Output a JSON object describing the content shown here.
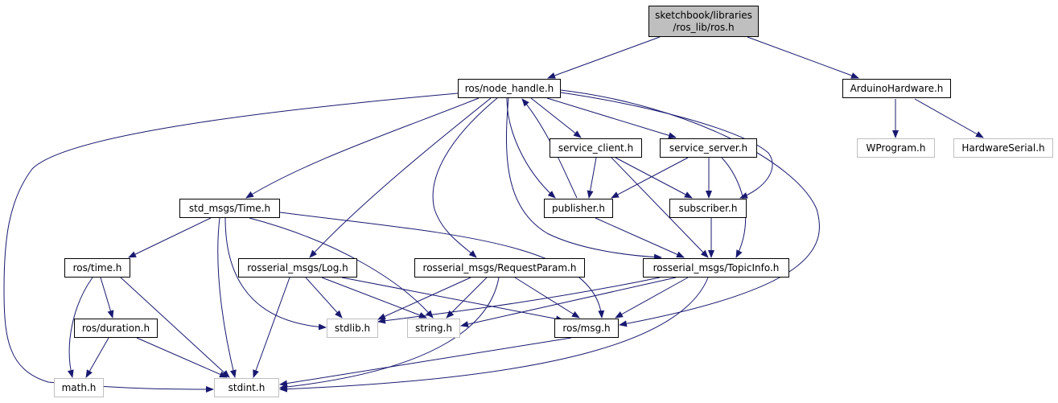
{
  "graph": {
    "root": {
      "line1": "sketchbook/libraries",
      "line2": "/ros_lib/ros.h"
    },
    "nodes": {
      "node_handle": "ros/node_handle.h",
      "arduino_hw": "ArduinoHardware.h",
      "service_client": "service_client.h",
      "service_server": "service_server.h",
      "wprogram": "WProgram.h",
      "hardware_serial": "HardwareSerial.h",
      "std_time": "std_msgs/Time.h",
      "publisher": "publisher.h",
      "subscriber": "subscriber.h",
      "ros_time": "ros/time.h",
      "rs_log": "rosserial_msgs/Log.h",
      "rs_request": "rosserial_msgs/RequestParam.h",
      "rs_topicinfo": "rosserial_msgs/TopicInfo.h",
      "duration": "ros/duration.h",
      "stdlib": "stdlib.h",
      "string": "string.h",
      "msg": "ros/msg.h",
      "math": "math.h",
      "stdint": "stdint.h"
    },
    "colors": {
      "edge": "#191970",
      "root_fill": "#bfbfbf",
      "external_border": "#bfbfbf"
    }
  }
}
